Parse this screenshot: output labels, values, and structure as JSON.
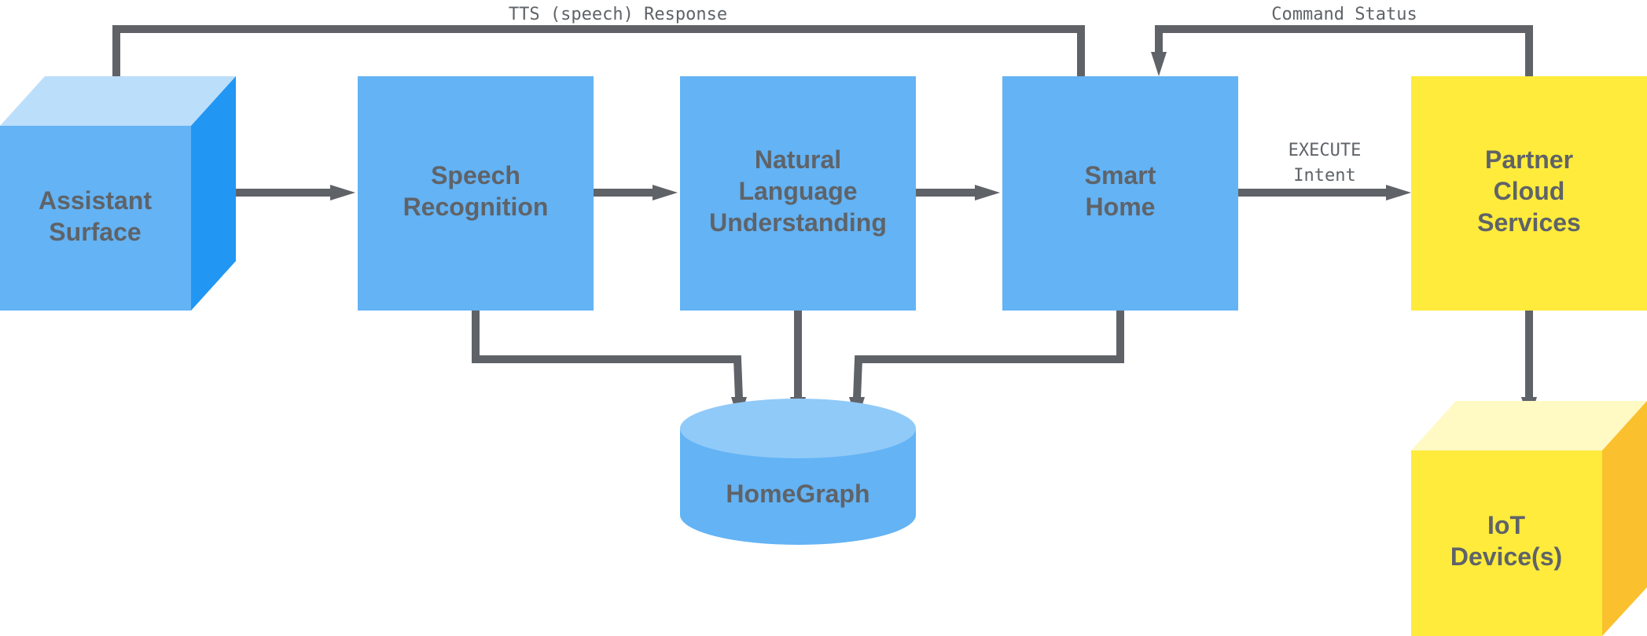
{
  "colors": {
    "blue_box": "#63b3f5",
    "blue_top": "#bbdefb",
    "blue_side": "#2196f3",
    "db_top": "#90caf9",
    "yellow_box": "#ffeb3b",
    "yellow_top": "#fff9c4",
    "yellow_side": "#fbc02d",
    "arrow": "#5f6368",
    "text": "#5f6368"
  },
  "nodes": {
    "assistant_surface": [
      "Assistant",
      "Surface"
    ],
    "speech_recognition": [
      "Speech",
      "Recognition"
    ],
    "nlu": [
      "Natural",
      "Language",
      "Understanding"
    ],
    "smart_home": [
      "Smart",
      "Home"
    ],
    "partner_cloud": [
      "Partner",
      "Cloud",
      "Services"
    ],
    "homegraph": [
      "HomeGraph"
    ],
    "iot_devices": [
      "IoT",
      "Device(s)"
    ]
  },
  "edges": {
    "tts_response": "TTS (speech) Response",
    "command_status": "Command Status",
    "execute_intent": [
      "EXECUTE",
      "Intent"
    ]
  }
}
